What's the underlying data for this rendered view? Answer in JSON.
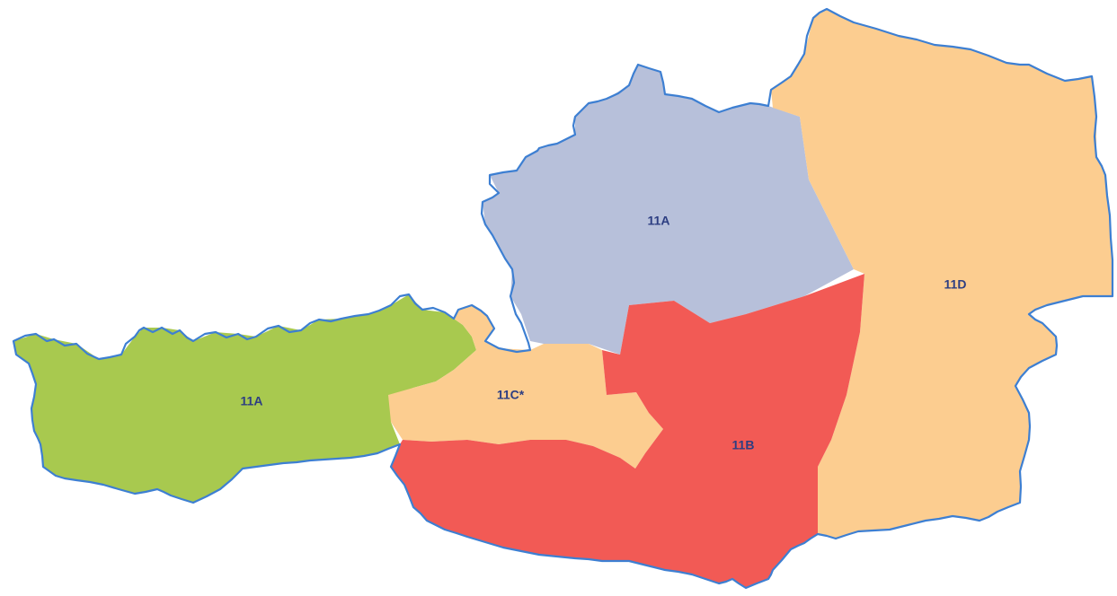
{
  "map": {
    "regions": [
      {
        "id": "upper",
        "label": "11A",
        "color": "#b7c0da"
      },
      {
        "id": "west",
        "label": "11A",
        "color": "#a8c94f"
      },
      {
        "id": "east",
        "label": "11D",
        "color": "#fccd90"
      },
      {
        "id": "center",
        "label": "11C*",
        "color": "#fccd90"
      },
      {
        "id": "south",
        "label": "11B",
        "color": "#f25a55"
      }
    ],
    "border_color": "#3d7fd2"
  }
}
